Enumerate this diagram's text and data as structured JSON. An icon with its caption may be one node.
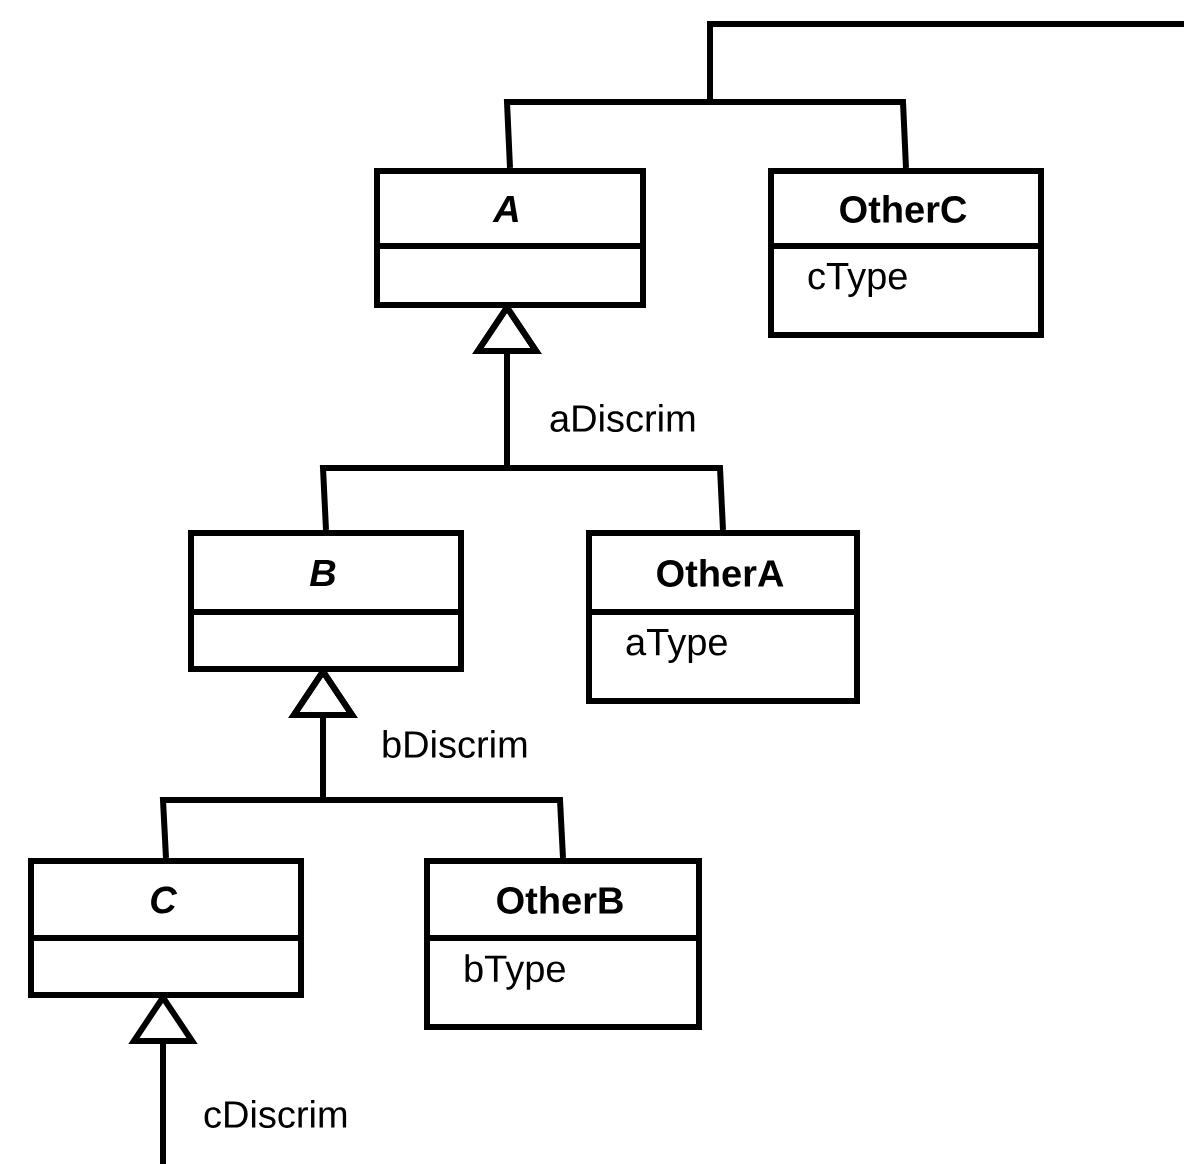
{
  "diagram": {
    "nodes": [
      {
        "text": [
          "A"
        ]
      },
      {
        "text": [
          "OtherC",
          "cType"
        ]
      },
      {
        "text": [
          "B"
        ]
      },
      {
        "text": [
          "OtherA",
          "aType"
        ]
      },
      {
        "text": [
          "C"
        ]
      },
      {
        "text": [
          "OtherB",
          "bType"
        ]
      }
    ],
    "edges": [
      {
        "from": 0,
        "to": null,
        "arrow": "none"
      },
      {
        "from": 1,
        "to": null,
        "arrow": "none"
      },
      {
        "from": 2,
        "to": 0,
        "arrow": "to",
        "label": "aDiscrim"
      },
      {
        "from": 3,
        "to": 0,
        "arrow": "to"
      },
      {
        "from": 4,
        "to": 2,
        "arrow": "to",
        "label": "bDiscrim"
      },
      {
        "from": 5,
        "to": 2,
        "arrow": "to"
      },
      {
        "from": null,
        "to": 4,
        "arrow": "to",
        "label": "cDiscrim"
      }
    ]
  }
}
